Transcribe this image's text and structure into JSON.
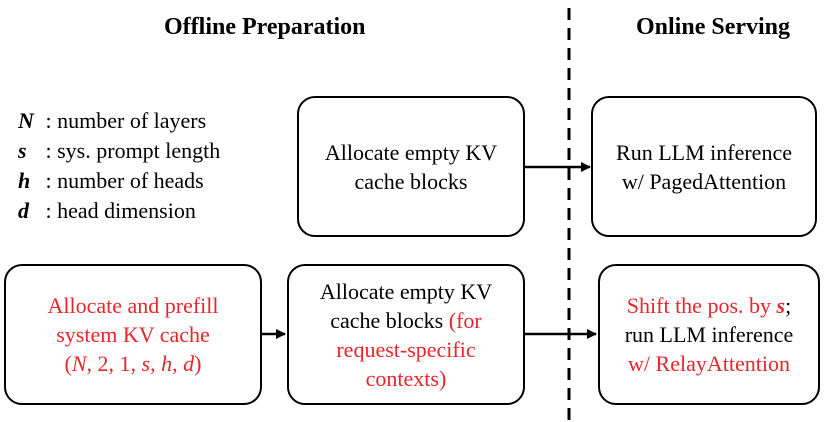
{
  "headings": {
    "offline": "Offline Preparation",
    "online": "Online Serving"
  },
  "legend": [
    {
      "symbol": "N",
      "sep": " : ",
      "text": "number of layers"
    },
    {
      "symbol": "s",
      "sep": "  : ",
      "text": "sys. prompt length"
    },
    {
      "symbol": "h",
      "sep": " : ",
      "text": "number of heads"
    },
    {
      "symbol": "d",
      "sep": " : ",
      "text": "head dimension"
    }
  ],
  "top_row": {
    "alloc_box": {
      "line1": "Allocate empty KV",
      "line2": "cache blocks"
    },
    "run_box": {
      "line1": "Run LLM inference",
      "line2": "w/ PagedAttention"
    }
  },
  "bottom_row": {
    "prefill_box": {
      "line1": "Allocate and prefill",
      "line2": "system KV cache",
      "tuple_open": "(",
      "N": "N",
      "c1": ", 2, 1, ",
      "s": "s",
      "c2": ", ",
      "h": "h",
      "c3": ", ",
      "d": "d",
      "tuple_close": ")"
    },
    "alloc_box": {
      "line1": "Allocate empty KV",
      "line2_black": "cache blocks",
      "line2_red": " (for",
      "line3": "request-specific",
      "line4": "contexts)"
    },
    "relay_box": {
      "line1_red": "Shift the pos. by ",
      "line1_sym": "s",
      "line1_end": ";",
      "line2": "run LLM inference",
      "line3": "w/ RelayAttention"
    }
  },
  "colors": {
    "accent_red": "#e8262a",
    "stroke": "#000000"
  }
}
